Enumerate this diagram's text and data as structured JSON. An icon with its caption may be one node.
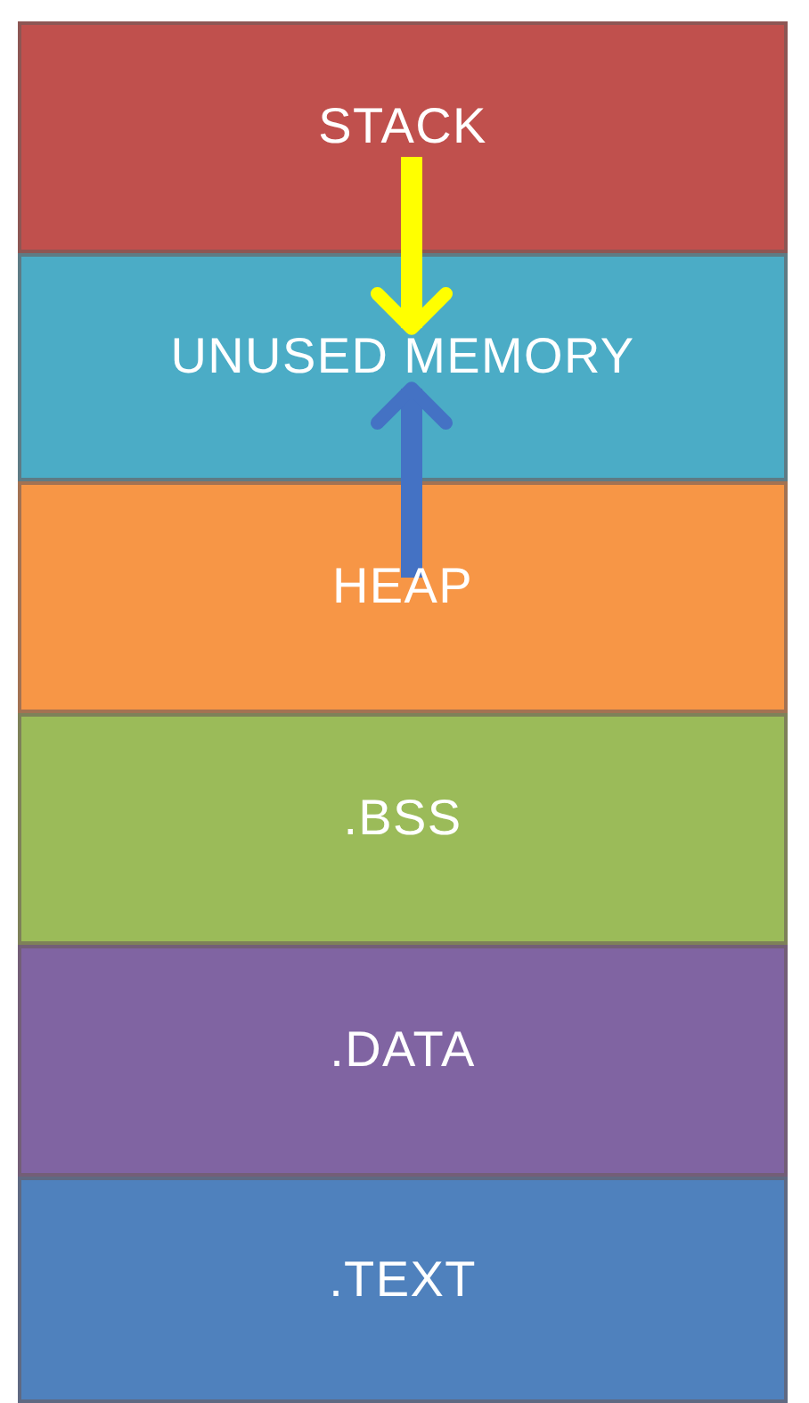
{
  "diagram": {
    "nodes": [
      {
        "text": [
          "STACK"
        ]
      },
      {
        "text": [
          "UNUSED MEMORY"
        ]
      },
      {
        "text": [
          "HEAP"
        ]
      },
      {
        "text": [
          ".BSS"
        ]
      },
      {
        "text": [
          ".DATA"
        ]
      },
      {
        "text": [
          ".TEXT"
        ]
      }
    ],
    "edges": [
      {
        "from": 0,
        "to": 1,
        "arrow": "to",
        "color": "#ffff00"
      },
      {
        "from": 2,
        "to": 1,
        "arrow": "to",
        "color": "#4472c4"
      }
    ]
  }
}
